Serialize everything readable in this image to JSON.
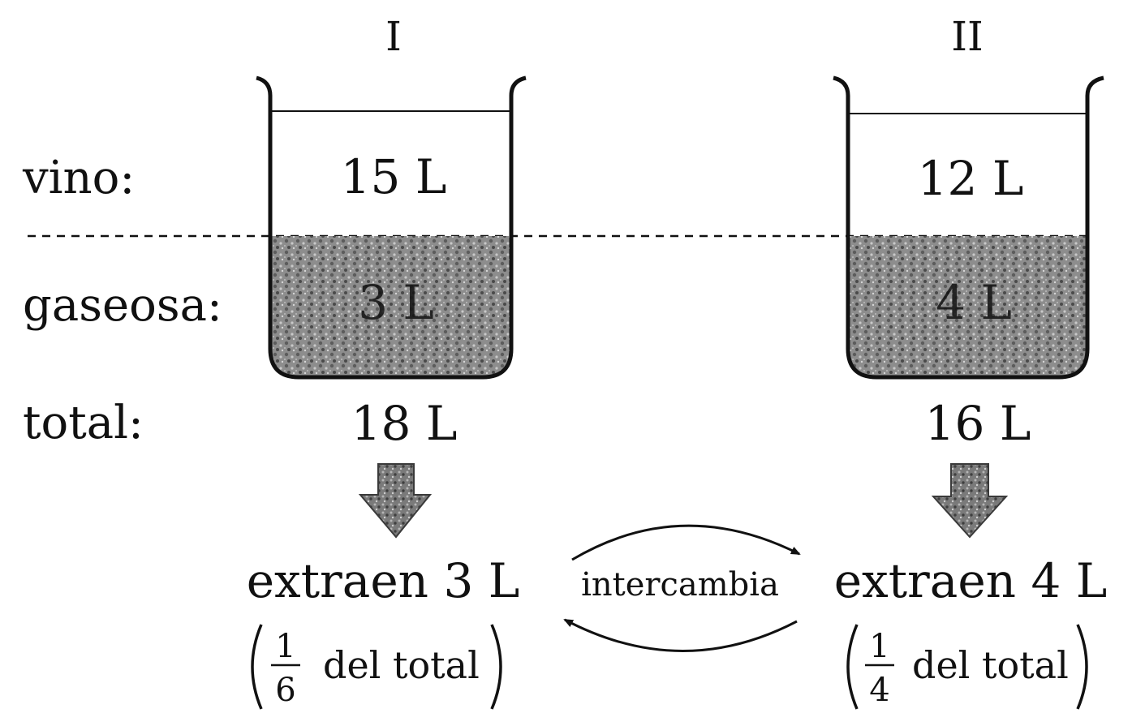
{
  "row_labels": {
    "vino": "vino:",
    "gaseosa": "gaseosa:",
    "total": "total:"
  },
  "vessels": [
    {
      "id": "I",
      "label": "I",
      "vino": "15 L",
      "gaseosa": "3 L",
      "total": "18 L",
      "extract": "extraen 3 L",
      "fraction_num": "1",
      "fraction_den": "6",
      "fraction_tail": "del total"
    },
    {
      "id": "II",
      "label": "II",
      "vino": "12 L",
      "gaseosa": "4 L",
      "total": "16 L",
      "extract": "extraen 4 L",
      "fraction_num": "1",
      "fraction_den": "4",
      "fraction_tail": "del total"
    }
  ],
  "exchange_label": "intercambia",
  "colors": {
    "ink": "#111111",
    "gaseosa_fill": "#8a8a8a",
    "arrow_fill": "#6f6f6f"
  }
}
